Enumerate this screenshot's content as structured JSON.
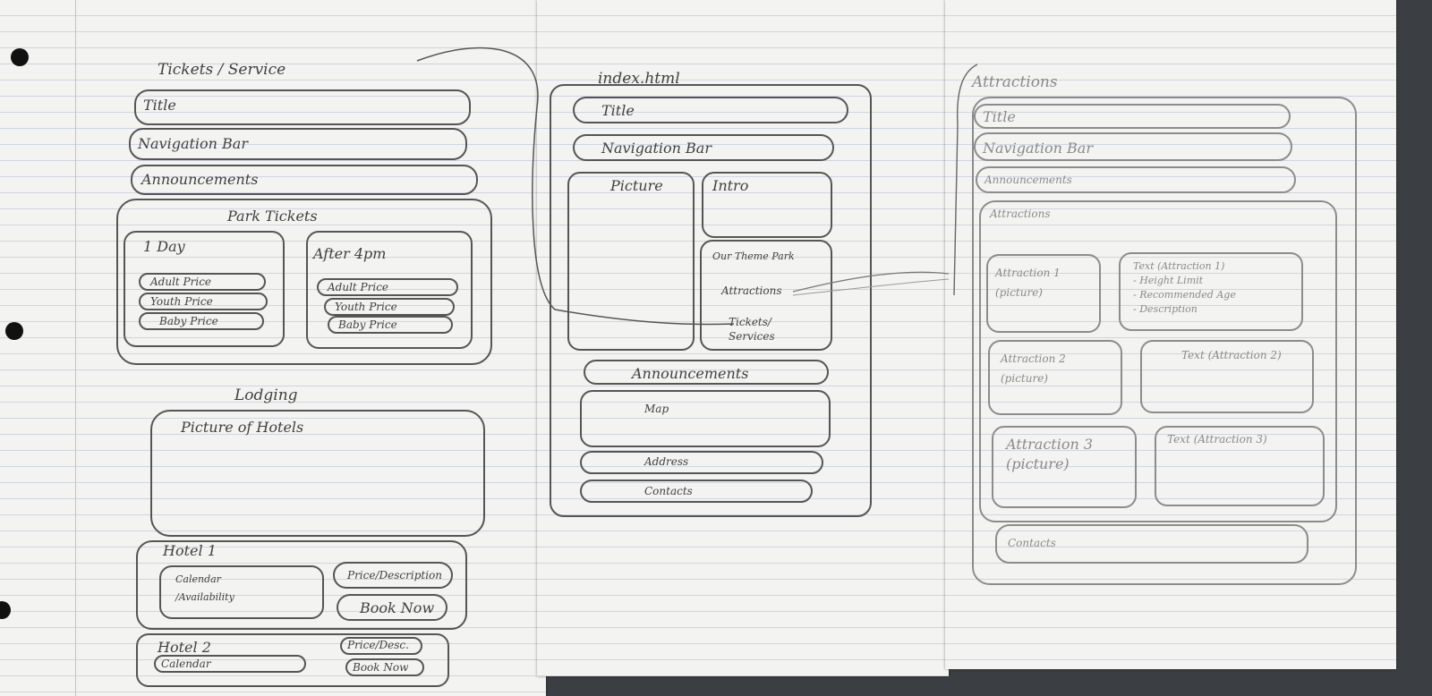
{
  "tickets_page": {
    "heading": "Tickets / Service",
    "title": "Title",
    "nav": "Navigation Bar",
    "announcements": "Announcements",
    "park_tickets": "Park Tickets",
    "one_day": {
      "label": "1 Day",
      "prices": [
        "Adult Price",
        "Youth Price",
        "Baby Price"
      ]
    },
    "after_4pm": {
      "label": "After 4pm",
      "prices": [
        "Adult Price",
        "Youth Price",
        "Baby Price"
      ]
    },
    "lodging": "Lodging",
    "hotel_picture": "Picture of Hotels",
    "hotel1": {
      "label": "Hotel 1",
      "calendar": "Calendar\n/Availability",
      "price": "Price/Description",
      "book": "Book Now"
    },
    "hotel2": {
      "label": "Hotel 2",
      "calendar": "Calendar",
      "price": "Price/Desc.",
      "book": "Book Now"
    }
  },
  "index_page": {
    "heading": "index.html",
    "title": "Title",
    "nav": "Navigation Bar",
    "picture": "Picture",
    "intro": "Intro",
    "our_park": "Our Theme Park",
    "attractions_link": "Attractions",
    "tickets_link": "Tickets/\nServices",
    "announcements": "Announcements",
    "map": "Map",
    "address": "Address",
    "contacts": "Contacts"
  },
  "attractions_page": {
    "heading": "Attractions",
    "title": "Title",
    "nav": "Navigation Bar",
    "announcements": "Announcements",
    "attractions": "Attractions",
    "a1": "Attraction 1\n(picture)",
    "a1_text": "Text (Attraction 1)\n- Height Limit\n- Recommended Age\n- Description",
    "a2": "Attraction 2\n(picture)",
    "a2_text": "Text (Attraction 2)",
    "a3": "Attraction 3\n(picture)",
    "a3_text": "Text (Attraction 3)",
    "contacts": "Contacts"
  }
}
